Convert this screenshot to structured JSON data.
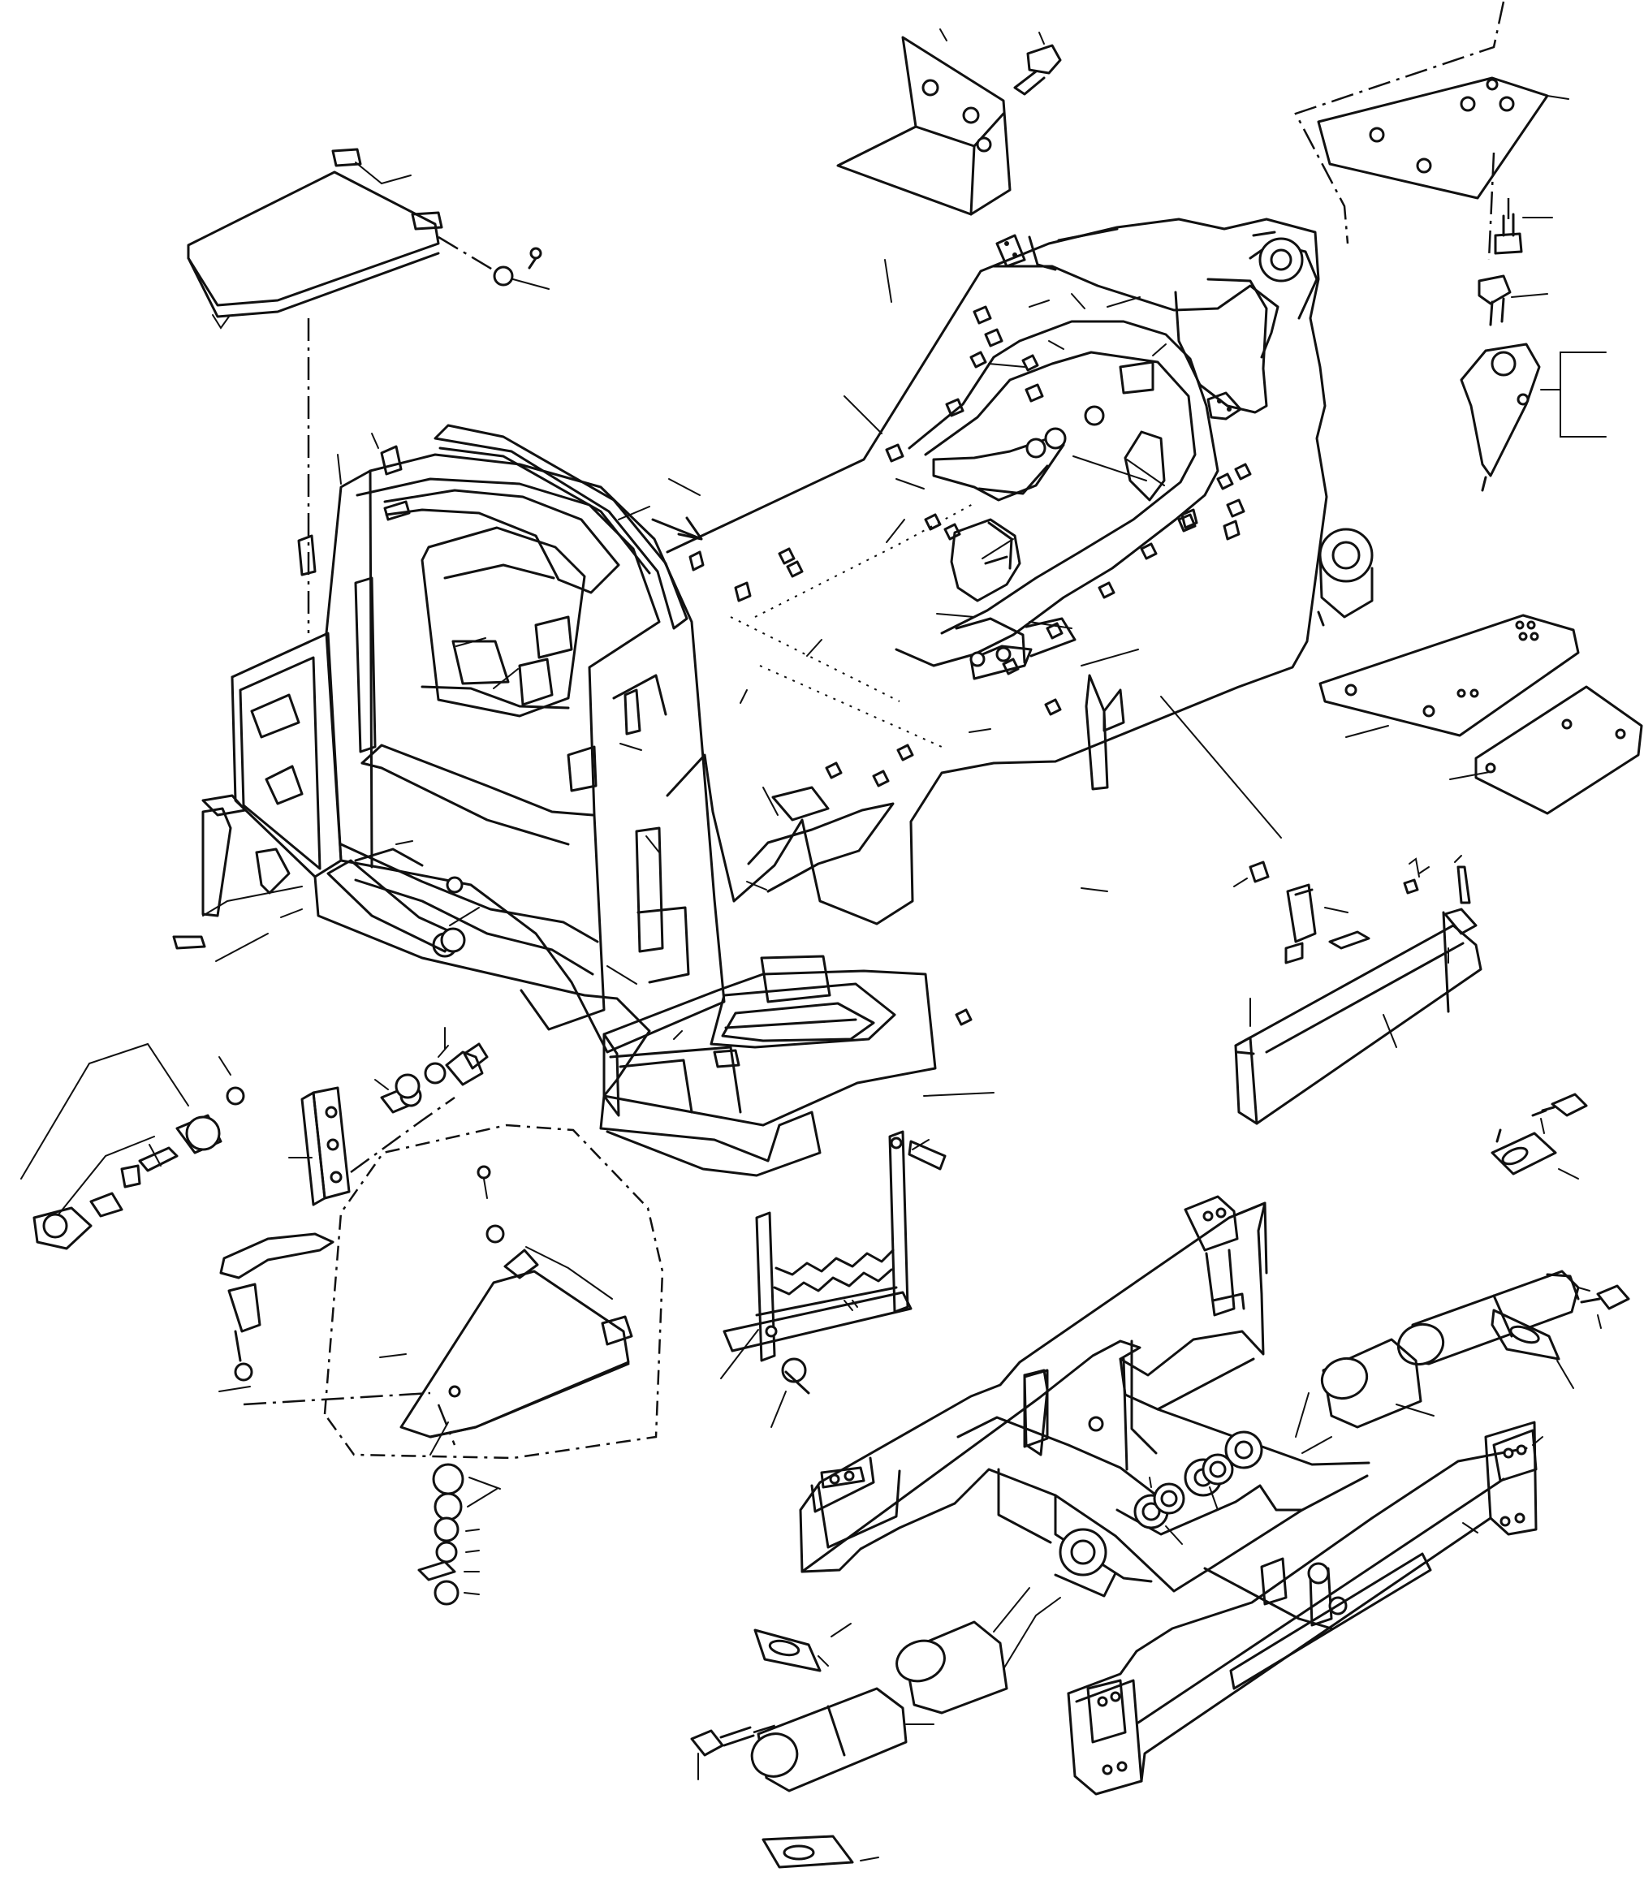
{
  "figure": {
    "kind": "exploded-parts-diagram",
    "labels_printed": false
  },
  "parts": [
    "upper-floor-plate",
    "corner-bracket",
    "hex-bolt",
    "mounting-plate-top-right",
    "main-frame",
    "operator-tower",
    "step-panel",
    "side-plate-pair",
    "swing-pin-assembly",
    "hinge-bracket",
    "front-guard-plate",
    "lower-cover-plate",
    "lower-subframe",
    "pivot-pin-upper",
    "pivot-bushing-upper",
    "pivot-pin-lower",
    "pivot-bushing-lower",
    "retainer-plate",
    "lock-lever",
    "roller-guide",
    "washer-stack"
  ],
  "colors": {
    "ink": "#111111",
    "paper": "#ffffff"
  }
}
